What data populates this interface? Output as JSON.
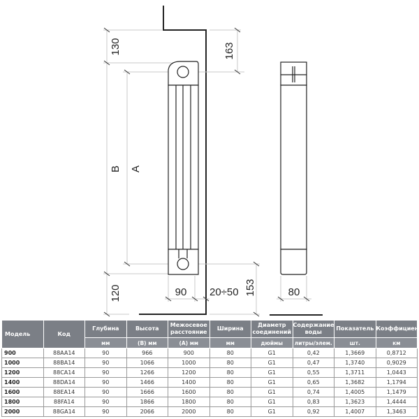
{
  "drawing": {
    "dim_top_left": "130",
    "dim_B": "B",
    "dim_A": "A",
    "dim_top_right": "163",
    "dim_bottom_left": "120",
    "dim_bottom_right": "153",
    "dim_depth": "90",
    "dim_wall_gap": "20÷50",
    "dim_width": "80"
  },
  "table": {
    "headers": [
      {
        "title": "Модель",
        "unit": ""
      },
      {
        "title": "Код",
        "unit": ""
      },
      {
        "title": "Глубина",
        "unit": "мм"
      },
      {
        "title": "Высота",
        "unit": "(В) мм"
      },
      {
        "title": "Межосевое расстояние",
        "unit": "(А) мм"
      },
      {
        "title": "Ширина",
        "unit": "мм"
      },
      {
        "title": "Диаметр соединений",
        "unit": "дюймы"
      },
      {
        "title": "Содержание воды",
        "unit": "литры/элем."
      },
      {
        "title": "Показатель",
        "unit": "шт."
      },
      {
        "title": "Коэффициент",
        "unit": "км"
      }
    ],
    "rows": [
      [
        "900",
        "88AA14",
        "90",
        "966",
        "900",
        "80",
        "G1",
        "0,42",
        "1,3669",
        "0,8712"
      ],
      [
        "1000",
        "88BA14",
        "90",
        "1066",
        "1000",
        "80",
        "G1",
        "0,47",
        "1,3740",
        "0,9029"
      ],
      [
        "1200",
        "88CA14",
        "90",
        "1266",
        "1200",
        "80",
        "G1",
        "0,55",
        "1,3711",
        "1,0443"
      ],
      [
        "1400",
        "88DA14",
        "90",
        "1466",
        "1400",
        "80",
        "G1",
        "0,65",
        "1,3682",
        "1,1794"
      ],
      [
        "1600",
        "88EA14",
        "90",
        "1666",
        "1600",
        "80",
        "G1",
        "0,74",
        "1,4005",
        "1,1479"
      ],
      [
        "1800",
        "88FA14",
        "90",
        "1866",
        "1800",
        "80",
        "G1",
        "0,83",
        "1,3623",
        "1,4444"
      ],
      [
        "2000",
        "88GA14",
        "90",
        "2066",
        "2000",
        "80",
        "G1",
        "0,92",
        "1,4007",
        "1,3463"
      ]
    ]
  }
}
